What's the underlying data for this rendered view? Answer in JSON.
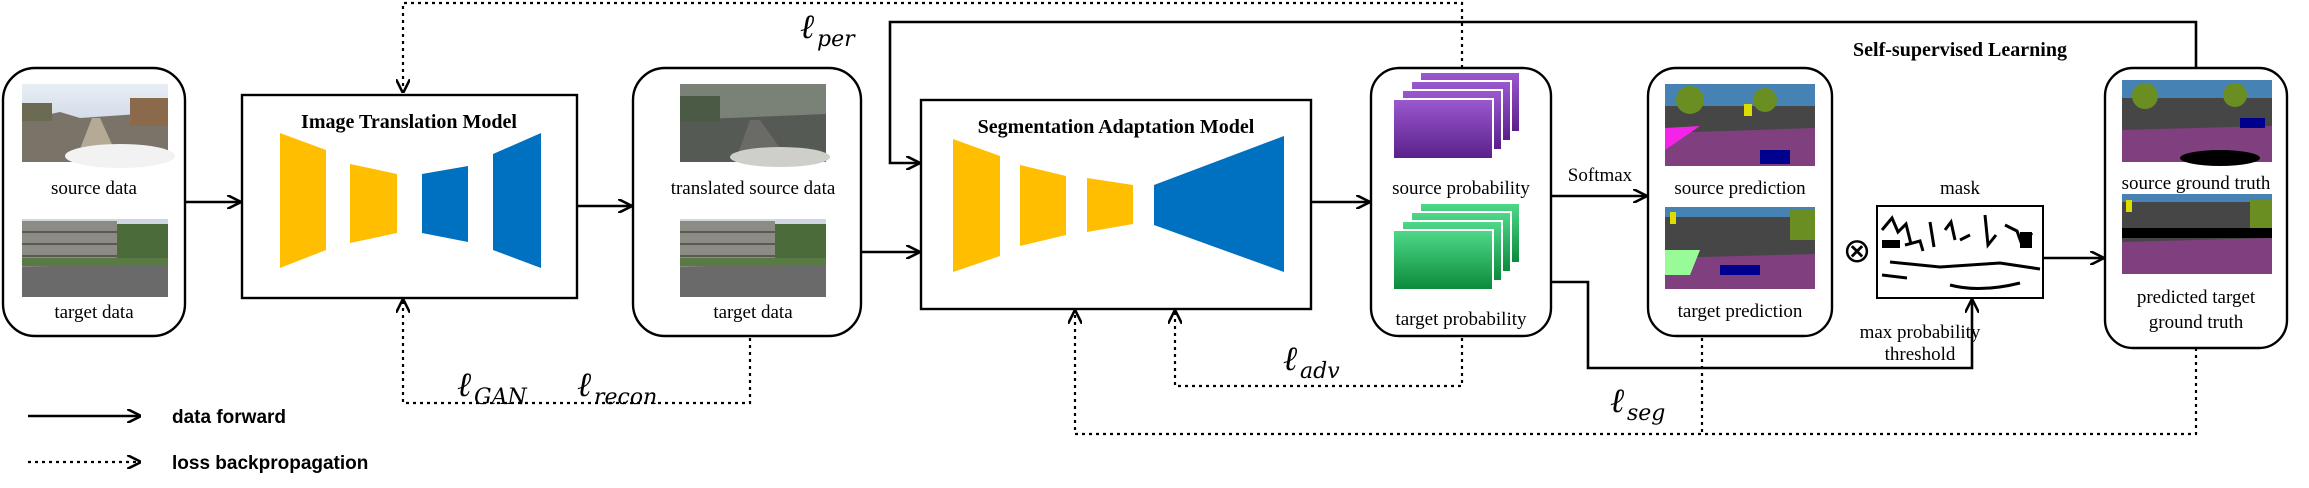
{
  "colors": {
    "encoder": "#FFBE00",
    "decoder": "#0070C0",
    "source_prob": "#7030A0",
    "target_prob": "#00B050",
    "road_purple": "#804080",
    "sky_blue": "#4682B4",
    "vegetation": "#6B8E23",
    "building": "#464646"
  },
  "labels": {
    "source_data": "source data",
    "target_data": "target data",
    "translated_source_data": "translated source data",
    "target_data_2": "target data",
    "source_probability": "source probability",
    "target_probability": "target probability",
    "softmax": "Softmax",
    "source_prediction": "source prediction",
    "target_prediction": "target prediction",
    "mask": "mask",
    "max_probability": "max probability",
    "threshold": "threshold",
    "source_ground_truth": "source ground truth",
    "predicted_target_line1": "predicted target",
    "predicted_target_line2": "ground truth",
    "otimes": "⊗"
  },
  "titles": {
    "image_translation_model": "Image Translation Model",
    "segmentation_adaptation_model": "Segmentation Adaptation Model",
    "self_supervised_learning": "Self-supervised Learning"
  },
  "losses": {
    "per": {
      "base": "ℓ",
      "sub": "per"
    },
    "gan": {
      "base": "ℓ",
      "sub": "GAN"
    },
    "recon": {
      "base": "ℓ",
      "sub": "recon"
    },
    "adv": {
      "base": "ℓ",
      "sub": "adv"
    },
    "seg": {
      "base": "ℓ",
      "sub": "seg"
    }
  },
  "legend": {
    "data_forward": "data forward",
    "loss_backpropagation": "loss backpropagation"
  }
}
